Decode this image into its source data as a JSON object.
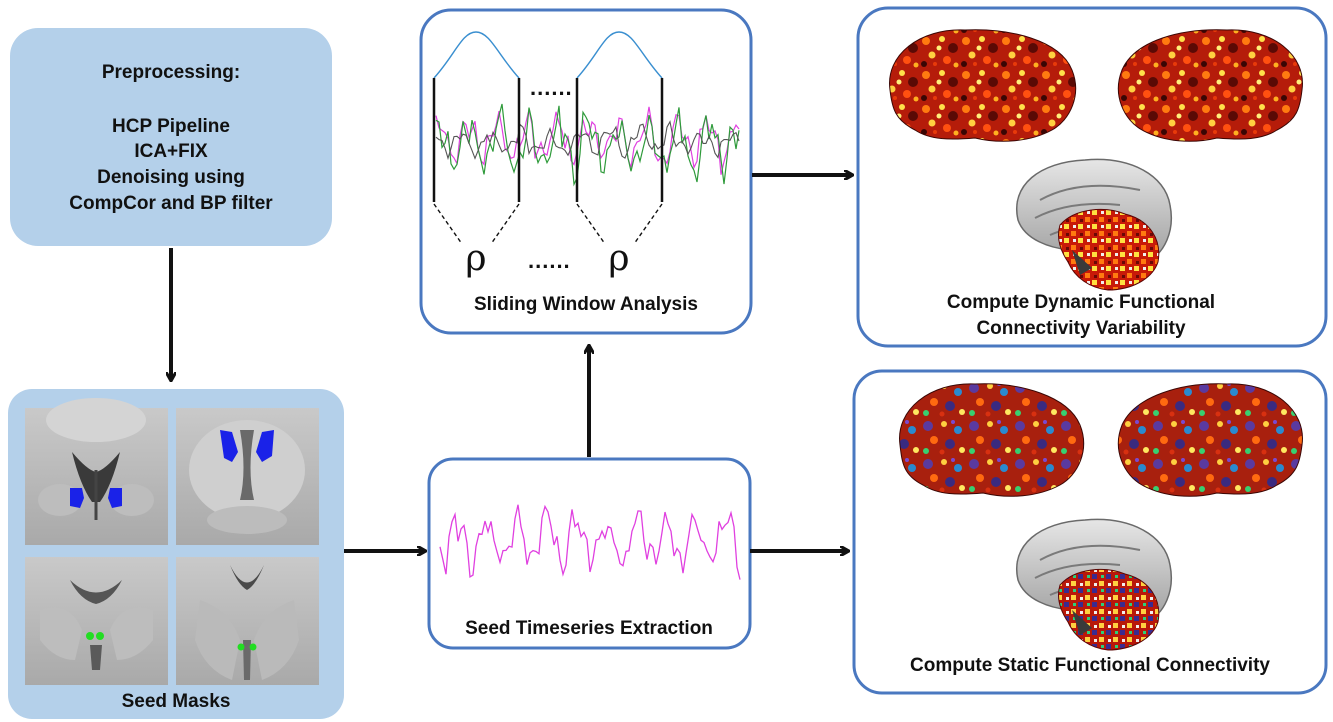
{
  "preprocessing": {
    "title": "Preprocessing:",
    "lines": [
      "HCP Pipeline",
      "ICA+FIX",
      "Denoising using",
      "CompCor and BP filter"
    ]
  },
  "seed_masks": {
    "label": "Seed Masks"
  },
  "seed_timeseries": {
    "label": "Seed Timeseries Extraction"
  },
  "sliding_window": {
    "label": "Sliding Window Analysis",
    "rho": "ρ",
    "ellipsis_top": "......",
    "ellipsis_bottom": "......"
  },
  "dynamic_fc": {
    "label_line1": "Compute Dynamic Functional",
    "label_line2": "Connectivity Variability"
  },
  "static_fc": {
    "label": "Compute Static Functional Connectivity"
  },
  "colors": {
    "light_blue_fill": "#b4d0ea",
    "box_border": "#4a78c0",
    "trace_magenta": "#e040e0",
    "trace_green": "#2e9a3a",
    "trace_gray": "#555555",
    "window_blue": "#3a8fd0",
    "mask_blue": "#1a22e8",
    "mask_green": "#22dd22"
  }
}
